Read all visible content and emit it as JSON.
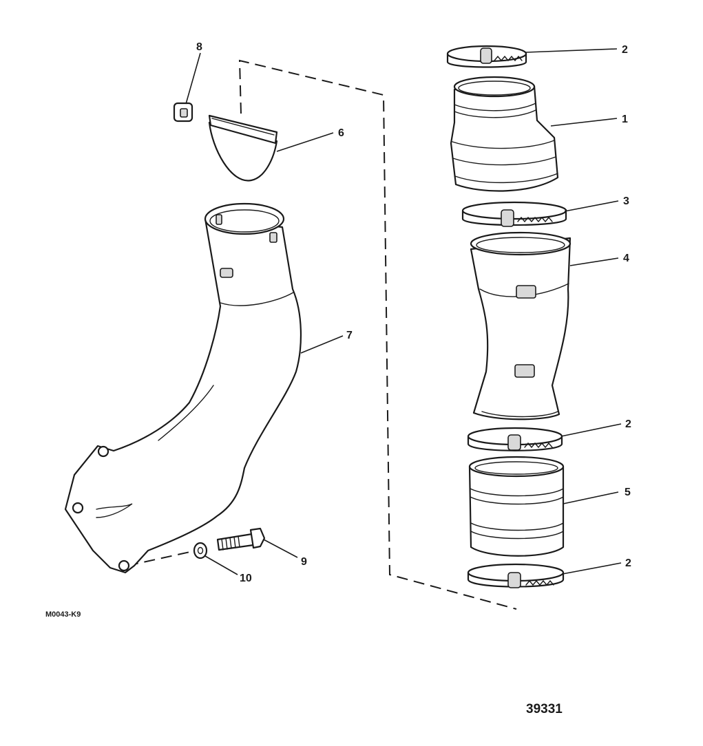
{
  "diagram": {
    "callouts": [
      {
        "id": "callout-2-top",
        "label": "2"
      },
      {
        "id": "callout-1",
        "label": "1"
      },
      {
        "id": "callout-3",
        "label": "3"
      },
      {
        "id": "callout-4",
        "label": "4"
      },
      {
        "id": "callout-2-middle",
        "label": "2"
      },
      {
        "id": "callout-5",
        "label": "5"
      },
      {
        "id": "callout-2-bottom",
        "label": "2"
      },
      {
        "id": "callout-6",
        "label": "6"
      },
      {
        "id": "callout-7",
        "label": "7"
      },
      {
        "id": "callout-8",
        "label": "8"
      },
      {
        "id": "callout-9",
        "label": "9"
      },
      {
        "id": "callout-10",
        "label": "10"
      }
    ],
    "drawing_code": "M0043-K9",
    "figure_number": "39331"
  }
}
